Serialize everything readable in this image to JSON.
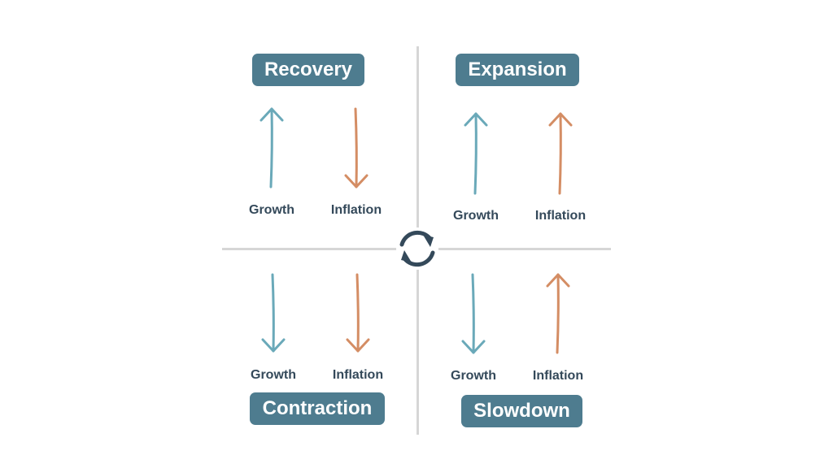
{
  "colors": {
    "pill_bg": "#4e7c8f",
    "pill_text": "#ffffff",
    "label_text": "#34495a",
    "divider": "#d6d6d6",
    "growth_arrow": "#6aa9b9",
    "inflation_arrow": "#d48d64",
    "cycle_icon": "#34495a"
  },
  "center_icon": "cycle-arrows-icon",
  "quadrants": {
    "recovery": {
      "title": "Recovery",
      "growth_label": "Growth",
      "inflation_label": "Inflation",
      "growth_direction": "up",
      "inflation_direction": "down"
    },
    "expansion": {
      "title": "Expansion",
      "growth_label": "Growth",
      "inflation_label": "Inflation",
      "growth_direction": "up",
      "inflation_direction": "up"
    },
    "contraction": {
      "title": "Contraction",
      "growth_label": "Growth",
      "inflation_label": "Inflation",
      "growth_direction": "down",
      "inflation_direction": "down"
    },
    "slowdown": {
      "title": "Slowdown",
      "growth_label": "Growth",
      "inflation_label": "Inflation",
      "growth_direction": "down",
      "inflation_direction": "up"
    }
  }
}
